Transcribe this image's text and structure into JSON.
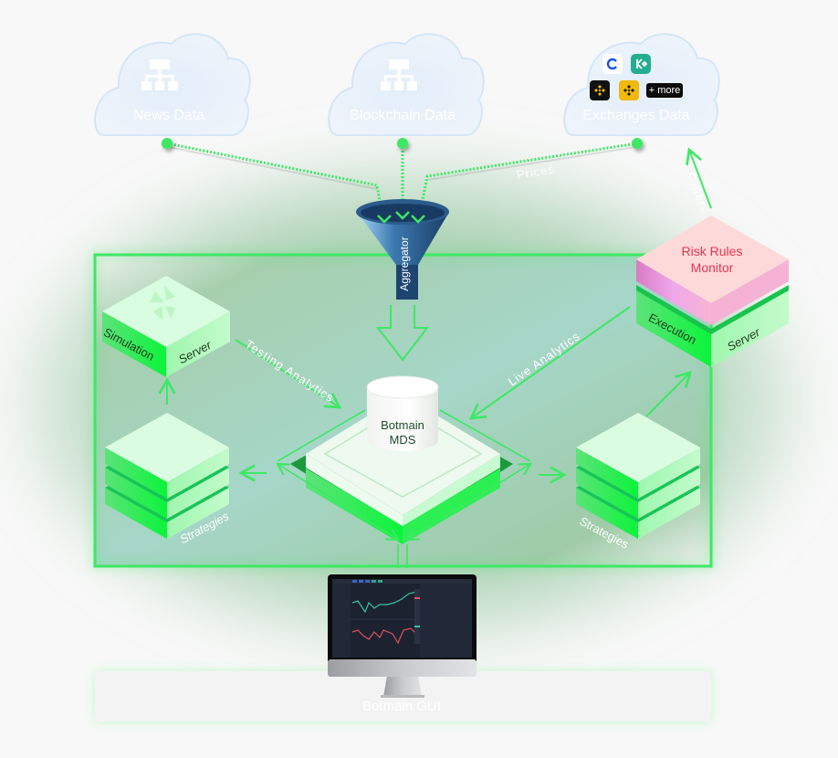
{
  "sources": {
    "news": {
      "label": "News Data",
      "icon": "network-icon"
    },
    "blockchain": {
      "label": "Blockchain Data",
      "icon": "network-icon"
    },
    "exchanges": {
      "label": "Exchanges Data",
      "icons": [
        "coinbase-icon",
        "kucoin-icon",
        "binance-icon",
        "binance-us-icon"
      ],
      "more_label": "+ more"
    }
  },
  "flows": {
    "prices": "Prices",
    "orders": "Orders",
    "testing_analytics": "Testing Analytics",
    "live_analytics": "Live Analytics"
  },
  "aggregator": {
    "label": "Aggregator"
  },
  "mds": {
    "line1": "Botmain",
    "line2": "MDS"
  },
  "simulation_server": {
    "left": "Simulation",
    "right": "Server",
    "icon": "pinwheel-icon"
  },
  "execution_server": {
    "left": "Execution",
    "right": "Server"
  },
  "risk_monitor": {
    "line1": "Risk Rules",
    "line2": "Monitor"
  },
  "strategies_left": {
    "label": "Strategies"
  },
  "strategies_right": {
    "label": "Strategies"
  },
  "gui": {
    "label": "Botmain GUI"
  },
  "colors": {
    "accent_green": "#3ee864",
    "panel_bg": "#9fcfae",
    "risk_red": "#e8344e",
    "funnel_blue": "#1f4a78"
  }
}
